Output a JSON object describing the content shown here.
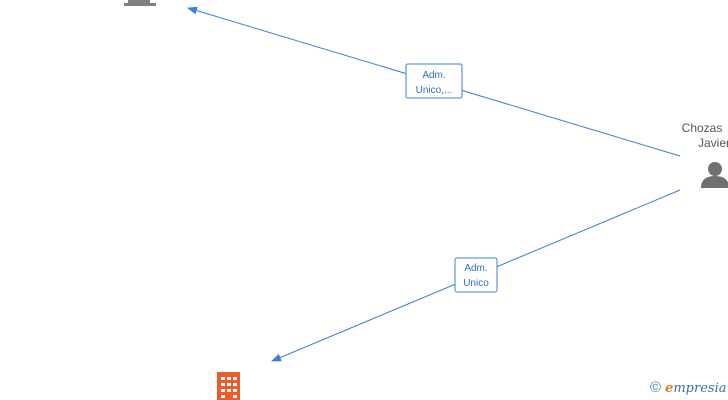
{
  "nodes": {
    "person": {
      "name_line1": "Chozas",
      "name_line2": "Javier",
      "icon": "person-icon"
    },
    "company_top": {
      "icon": "building-icon",
      "color": "#808080"
    },
    "company_bottom": {
      "icon": "building-icon",
      "color": "#f05a28"
    }
  },
  "edges": [
    {
      "label_line1": "Adm.",
      "label_line2": "Unico,..."
    },
    {
      "label_line1": "Adm.",
      "label_line2": "Unico"
    }
  ],
  "colors": {
    "edge": "#3c7fd6",
    "person": "#707070"
  },
  "watermark": {
    "copyright_symbol": "©",
    "brand_initial": "e",
    "brand_rest": "mpresia"
  }
}
